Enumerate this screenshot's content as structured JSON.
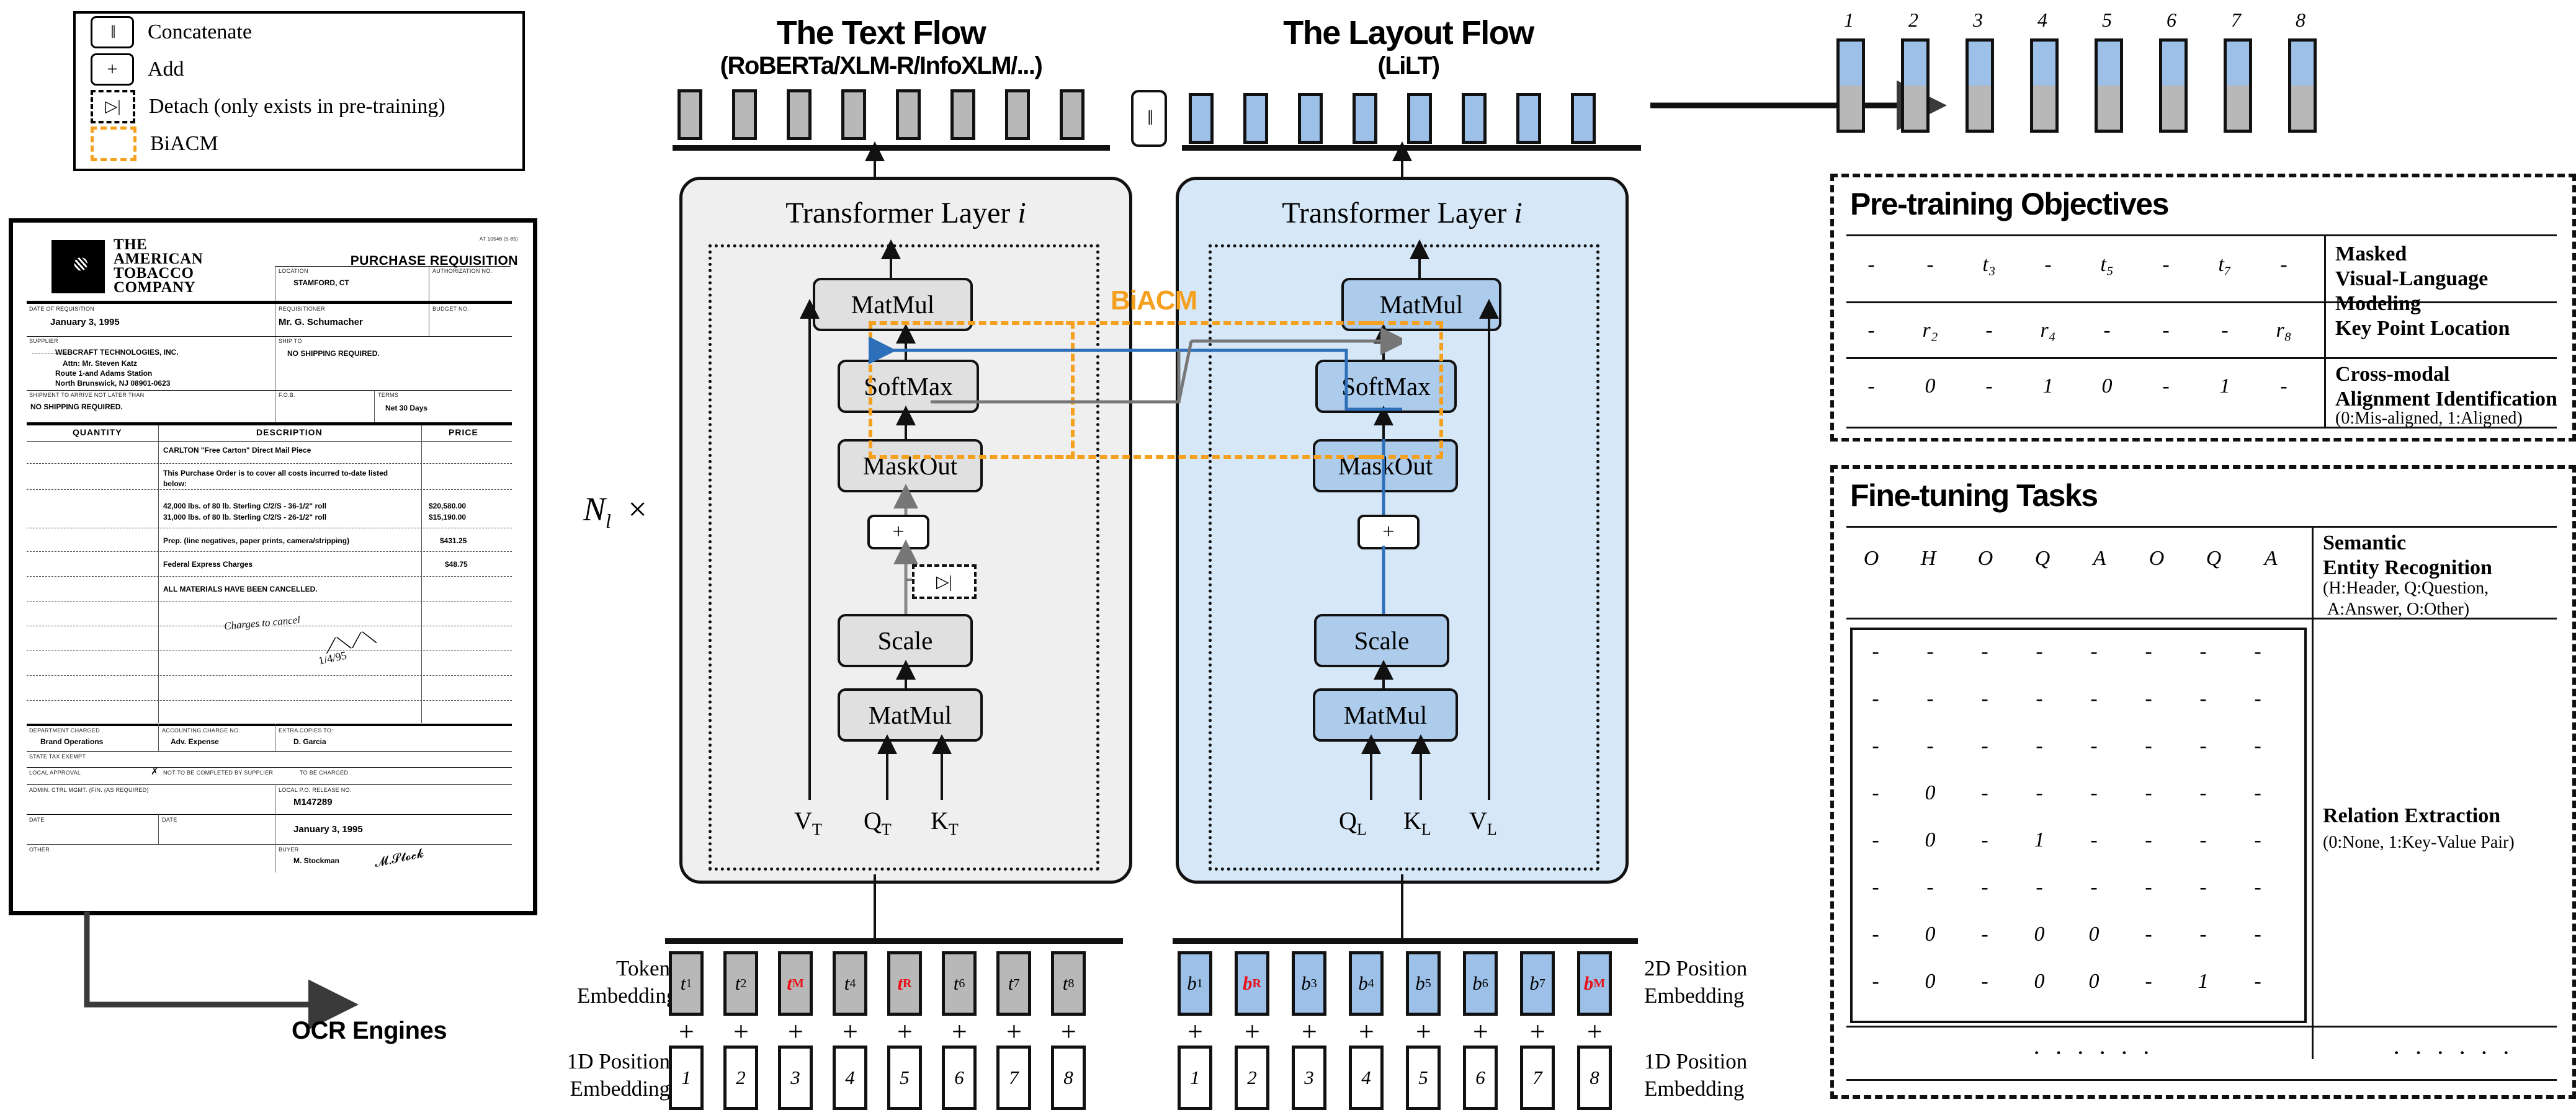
{
  "legend": {
    "items": [
      {
        "symbol": "‖",
        "label": "Concatenate",
        "style": "solid"
      },
      {
        "symbol": "+",
        "label": "Add",
        "style": "solid"
      },
      {
        "symbol": "▷|",
        "label": "Detach (only exists in pre-training)",
        "style": "dashed"
      },
      {
        "symbol": "",
        "label": "BiACM",
        "style": "orange"
      }
    ]
  },
  "document": {
    "company": "THE\nAMERICAN\nTOBACCO\nCOMPANY",
    "form_title": "PURCHASE REQUISITION",
    "corner_code": "AT 10546 (5-85)",
    "fields": [
      {
        "label": "LOCATION",
        "value": "STAMFORD, CT"
      },
      {
        "label": "AUTHORIZATION NO.",
        "value": ""
      },
      {
        "label": "DATE OF REQUISITION",
        "value": "January 3, 1995"
      },
      {
        "label": "REQUISITIONER",
        "value": "Mr. G. Schumacher"
      },
      {
        "label": "BUDGET NO.",
        "value": ""
      },
      {
        "label": "SUPPLIER",
        "value": "WEBCRAFT TECHNOLOGIES, INC."
      },
      {
        "label": "SHIP TO",
        "value": "NO SHIPPING REQUIRED."
      },
      {
        "label": "",
        "value": "Attn: Mr. Steven Katz"
      },
      {
        "label": "",
        "value": "Route 1-and Adams Station"
      },
      {
        "label": "",
        "value": "North Brunswick, NJ 08901-0623"
      },
      {
        "label": "SHIPMENT TO ARRIVE NOT LATER THAN",
        "value": "NO SHIPPING REQUIRED."
      },
      {
        "label": "F.O.B.",
        "value": ""
      },
      {
        "label": "TERMS",
        "value": "Net 30 Days"
      }
    ],
    "table_headers": [
      "QUANTITY",
      "DESCRIPTION",
      "PRICE"
    ],
    "table_rows": [
      {
        "qty": "",
        "desc": "CARLTON \"Free Carton\" Direct Mail Piece",
        "price": ""
      },
      {
        "qty": "",
        "desc": "This Purchase Order is to cover all costs incurred to-date listed below:",
        "price": ""
      },
      {
        "qty": "",
        "desc": "42,000 lbs. of 80 lb. Sterling C/2/S - 36-1/2\" roll",
        "price": "$20,580.00"
      },
      {
        "qty": "",
        "desc": "31,000 lbs. of 80 lb. Sterling C/2/S - 26-1/2\" roll",
        "price": "$15,190.00"
      },
      {
        "qty": "",
        "desc": "Prep. (line negatives, paper prints, camera/stripping)",
        "price": "$431.25"
      },
      {
        "qty": "",
        "desc": "Federal Express Charges",
        "price": "$48.75"
      },
      {
        "qty": "",
        "desc": "ALL MATERIALS HAVE BEEN CANCELLED.",
        "price": ""
      }
    ],
    "handwriting": "Charges to cancel",
    "footer_fields": [
      {
        "label": "DEPARTMENT CHARGED",
        "value": "Brand Operations"
      },
      {
        "label": "ACCOUNTING CHARGE NO.",
        "value": "Adv. Expense"
      },
      {
        "label": "EXTRA COPIES TO:",
        "value": "D. Garcia"
      },
      {
        "label": "STATE TAX EXEMPT",
        "value": ""
      },
      {
        "label": "LOCAL APPROVAL",
        "value": "NOT TO BE COMPLETED BY SUPPLIER"
      },
      {
        "label": "",
        "value": "TO BE CHARGED"
      },
      {
        "label": "ADMIN. CTRL MGMT. (FIN. (AS REQUIRED)",
        "value": "LOCAL P.O. RELEASE NO."
      },
      {
        "label": "",
        "value": "M147289"
      },
      {
        "label": "DATE",
        "value": "January 3, 1995"
      },
      {
        "label": "OTHER",
        "value": "BUYER"
      },
      {
        "label": "",
        "value": "M. Stockman"
      }
    ]
  },
  "ocr": {
    "label": "OCR Engines",
    "arrow": "arrow-right"
  },
  "text_flow": {
    "title": "The Text Flow",
    "subtitle": "(RoBERTa/XLM-R/InfoXLM/...)",
    "layer_title": "Transformer Layer",
    "layer_index": "i",
    "repeat": "N",
    "repeat_sub": "l",
    "repeat_times": "×",
    "ops": [
      "MatMul",
      "SoftMax",
      "MaskOut",
      "Scale",
      "MatMul"
    ],
    "inputs": [
      "V",
      "Q",
      "K"
    ],
    "input_sub": "T",
    "plus": "+",
    "detach": "▷|",
    "token_count": 8
  },
  "layout_flow": {
    "title": "The Layout Flow",
    "subtitle": "(LiLT)",
    "layer_title": "Transformer Layer",
    "layer_index": "i",
    "ops": [
      "MatMul",
      "SoftMax",
      "MaskOut",
      "Scale",
      "MatMul"
    ],
    "inputs": [
      "Q",
      "K",
      "V"
    ],
    "input_sub": "L",
    "plus": "+",
    "token_count": 8
  },
  "biacm": {
    "label": "BiACM",
    "color": "#F5A01E"
  },
  "concatenate": {
    "symbol": "‖"
  },
  "embeddings": {
    "token_label": "Token\nEmbedding",
    "pos1d_label_left": "1D Position\nEmbedding",
    "pos2d_label": "2D Position\nEmbedding",
    "pos1d_label_right": "1D Position\nEmbedding",
    "plus": "+",
    "text_tokens": [
      {
        "base": "t",
        "sub": "1",
        "red": false
      },
      {
        "base": "t",
        "sub": "2",
        "red": false
      },
      {
        "base": "t",
        "sub": "M",
        "red": true
      },
      {
        "base": "t",
        "sub": "4",
        "red": false
      },
      {
        "base": "t",
        "sub": "R",
        "red": true
      },
      {
        "base": "t",
        "sub": "6",
        "red": false
      },
      {
        "base": "t",
        "sub": "7",
        "red": false
      },
      {
        "base": "t",
        "sub": "8",
        "red": false
      }
    ],
    "text_positions": [
      "1",
      "2",
      "3",
      "4",
      "5",
      "6",
      "7",
      "8"
    ],
    "layout_tokens": [
      {
        "base": "b",
        "sub": "1",
        "red": false
      },
      {
        "base": "b",
        "sub": "R",
        "red": true
      },
      {
        "base": "b",
        "sub": "3",
        "red": false
      },
      {
        "base": "b",
        "sub": "4",
        "red": false
      },
      {
        "base": "b",
        "sub": "5",
        "red": false
      },
      {
        "base": "b",
        "sub": "6",
        "red": false
      },
      {
        "base": "b",
        "sub": "7",
        "red": false
      },
      {
        "base": "b",
        "sub": "M",
        "red": true
      }
    ],
    "layout_positions": [
      "1",
      "2",
      "3",
      "4",
      "5",
      "6",
      "7",
      "8"
    ]
  },
  "output": {
    "numbers": [
      "1",
      "2",
      "3",
      "4",
      "5",
      "6",
      "7",
      "8"
    ],
    "top_color": "#9cc0e8",
    "bottom_color": "#b8b8b8"
  },
  "pretraining": {
    "title": "Pre-training Objectives",
    "rows": [
      {
        "values": [
          "-",
          "-",
          "t₃",
          "-",
          "t₅",
          "-",
          "t₇",
          "-"
        ],
        "name": "Masked\nVisual-Language Modeling",
        "note": ""
      },
      {
        "values": [
          "-",
          "r₂",
          "-",
          "r₄",
          "-",
          "-",
          "-",
          "r₈"
        ],
        "name": "Key Point Location",
        "note": ""
      },
      {
        "values": [
          "-",
          "0",
          "-",
          "1",
          "0",
          "-",
          "1",
          "-"
        ],
        "name": "Cross-modal\nAlignment Identification",
        "note": "(0:Mis-aligned, 1:Aligned)"
      }
    ]
  },
  "finetuning": {
    "title": "Fine-tuning Tasks",
    "ser": {
      "values": [
        "O",
        "H",
        "O",
        "Q",
        "A",
        "O",
        "Q",
        "A"
      ],
      "name": "Semantic\nEntity Recognition",
      "note": "(H:Header, Q:Question,\n A:Answer, O:Other)"
    },
    "re": {
      "name": "Relation Extraction",
      "note": "(0:None, 1:Key-Value Pair)",
      "matrix": [
        [
          "-",
          "-",
          "-",
          "-",
          "-",
          "-",
          "-",
          "-"
        ],
        [
          "-",
          "-",
          "-",
          "-",
          "-",
          "-",
          "-",
          "-"
        ],
        [
          "-",
          "-",
          "-",
          "-",
          "-",
          "-",
          "-",
          "-"
        ],
        [
          "-",
          "0",
          "-",
          "-",
          "-",
          "-",
          "-",
          "-"
        ],
        [
          "-",
          "0",
          "-",
          "1",
          "-",
          "-",
          "-",
          "-"
        ],
        [
          "-",
          "-",
          "-",
          "-",
          "-",
          "-",
          "-",
          "-"
        ],
        [
          "-",
          "0",
          "-",
          "0",
          "0",
          "-",
          "-",
          "-"
        ],
        [
          "-",
          "0",
          "-",
          "0",
          "0",
          "-",
          "1",
          "-"
        ]
      ]
    },
    "ellipsis_left": "· · · · · ·",
    "ellipsis_right": "· · · · · ·"
  }
}
